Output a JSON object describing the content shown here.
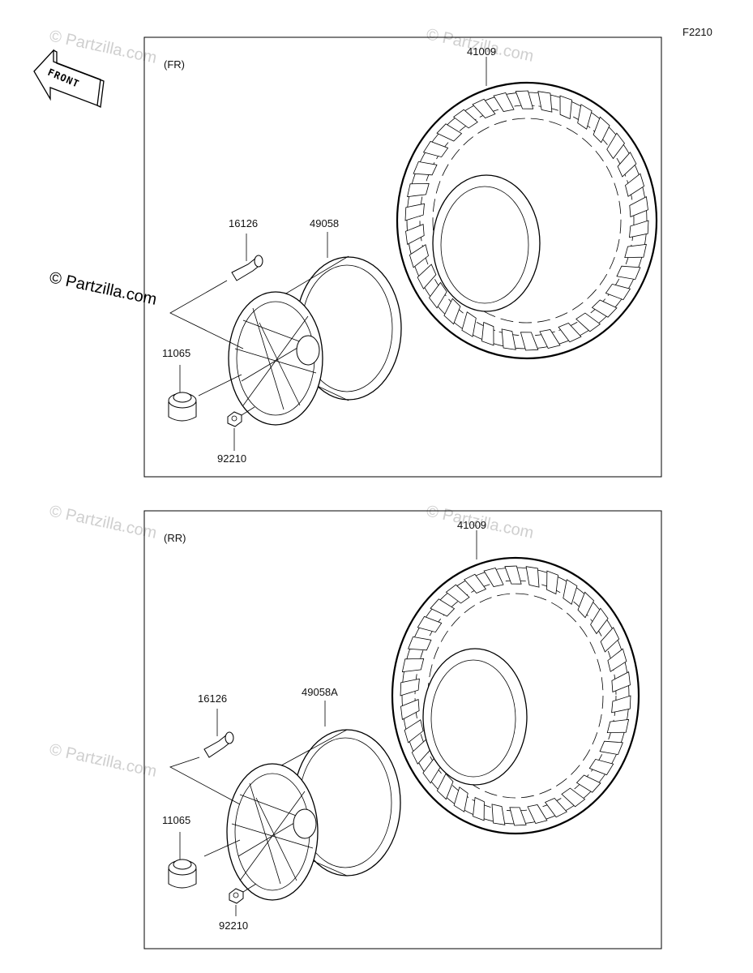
{
  "diagram_code": "F2210",
  "front_arrow_label": "FRONT",
  "copyright_text": "© Partzilla.com",
  "watermark_text": "© Partzilla.com",
  "panels": [
    {
      "id": "front",
      "position_label": "(FR)",
      "parts": {
        "tire": "41009",
        "rim": "49058",
        "valve": "16126",
        "cap": "11065",
        "nut": "92210"
      }
    },
    {
      "id": "rear",
      "position_label": "(RR)",
      "parts": {
        "tire": "41009",
        "rim": "49058A",
        "valve": "16126",
        "cap": "11065",
        "nut": "92210"
      }
    }
  ]
}
